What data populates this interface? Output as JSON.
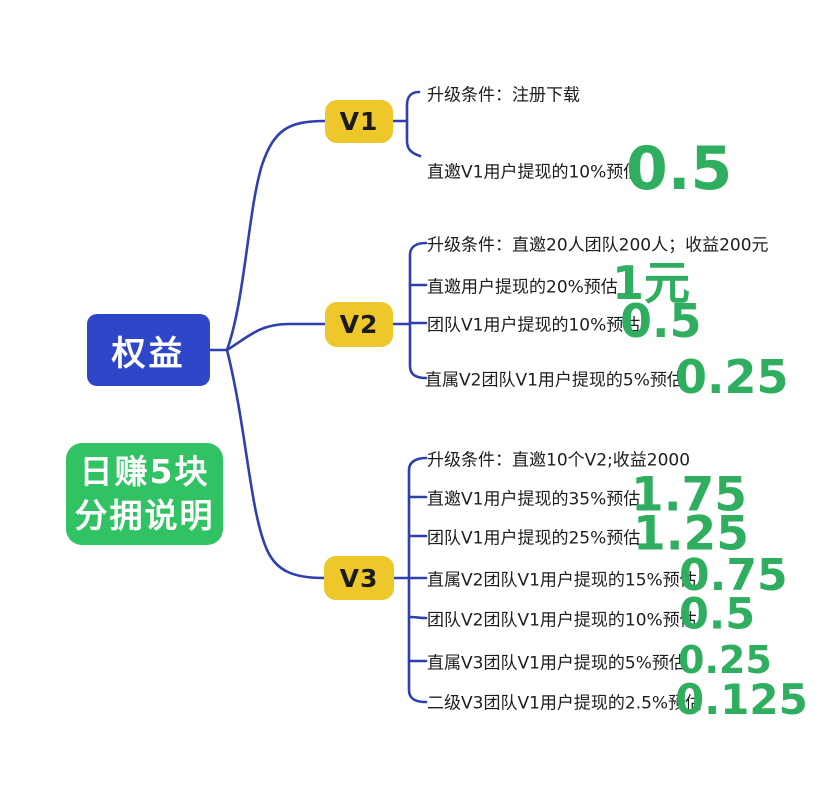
{
  "diagram": {
    "root": {
      "label": "权益"
    },
    "note": {
      "line1": "日赚5块",
      "line2": "分拥说明"
    },
    "colors": {
      "root_bg": "#2e47c9",
      "note_bg": "#30c263",
      "level_bg": "#eec72b",
      "edge": "#2e3fae",
      "value_green": "#2fae5f",
      "text": "#1d1d1f"
    },
    "branches": [
      {
        "label": "V1",
        "rows": [
          {
            "text": "升级条件：注册下载",
            "value": ""
          },
          {
            "text": "直邀V1用户提现的10%预估",
            "value": "0.5"
          }
        ]
      },
      {
        "label": "V2",
        "rows": [
          {
            "text": "升级条件：直邀20人团队200人；收益200元",
            "value": ""
          },
          {
            "text": "直邀用户提现的20%预估",
            "value": "1元"
          },
          {
            "text": "团队V1用户提现的10%预估",
            "value": "0.5"
          },
          {
            "text": "直属V2团队V1用户提现的5%预估",
            "value": "0.25"
          }
        ]
      },
      {
        "label": "V3",
        "rows": [
          {
            "text": "升级条件：直邀10个V2;收益2000",
            "value": ""
          },
          {
            "text": "直邀V1用户提现的35%预估",
            "value": "1.75"
          },
          {
            "text": "团队V1用户提现的25%预估",
            "value": "1.25"
          },
          {
            "text": "直属V2团队V1用户提现的15%预估",
            "value": "0.75"
          },
          {
            "text": "团队V2团队V1用户提现的10%预估",
            "value": "0.5"
          },
          {
            "text": "直属V3团队V1用户提现的5%预估",
            "value": "0.25"
          },
          {
            "text": "二级V3团队V1用户提现的2.5%预估",
            "value": "0.125"
          }
        ]
      }
    ]
  }
}
